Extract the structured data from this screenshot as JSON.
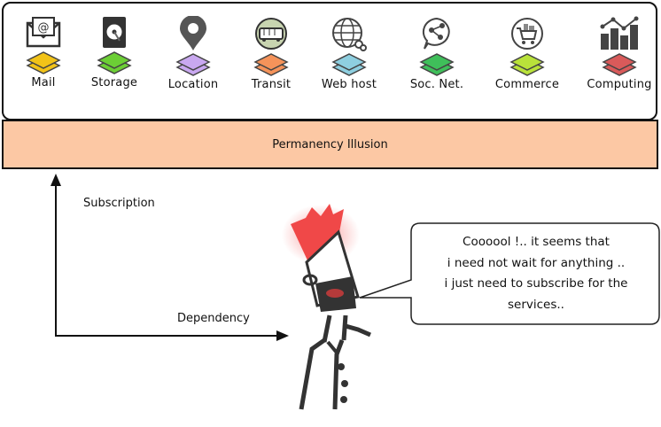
{
  "services": [
    {
      "label": "Mail",
      "icon": "mail-icon",
      "color": "#f2c318"
    },
    {
      "label": "Storage",
      "icon": "hard-disk-icon",
      "color": "#6ccf35"
    },
    {
      "label": "Location",
      "icon": "map-pin-icon",
      "color": "#c9a8f0"
    },
    {
      "label": "Transit",
      "icon": "bus-icon",
      "color": "#f5935a"
    },
    {
      "label": "Web host",
      "icon": "globe-icon",
      "color": "#8ecfe0"
    },
    {
      "label": "Soc. Net.",
      "icon": "social-network-icon",
      "color": "#3fbf5a"
    },
    {
      "label": "Commerce",
      "icon": "shopping-cart-icon",
      "color": "#b9e23a"
    },
    {
      "label": "Computing",
      "icon": "bar-chart-icon",
      "color": "#d95a5a"
    }
  ],
  "illusion_label": "Permanency Illusion",
  "illusion_color": "#fcc8a4",
  "subscription_label": "Subscription",
  "dependency_label": "Dependency",
  "bubble_lines": [
    "Coooool !.. it seems that",
    "i need not wait for anything ..",
    "i just need to subscribe for the",
    "services.."
  ],
  "character": {
    "hair_color": "#f04848"
  }
}
